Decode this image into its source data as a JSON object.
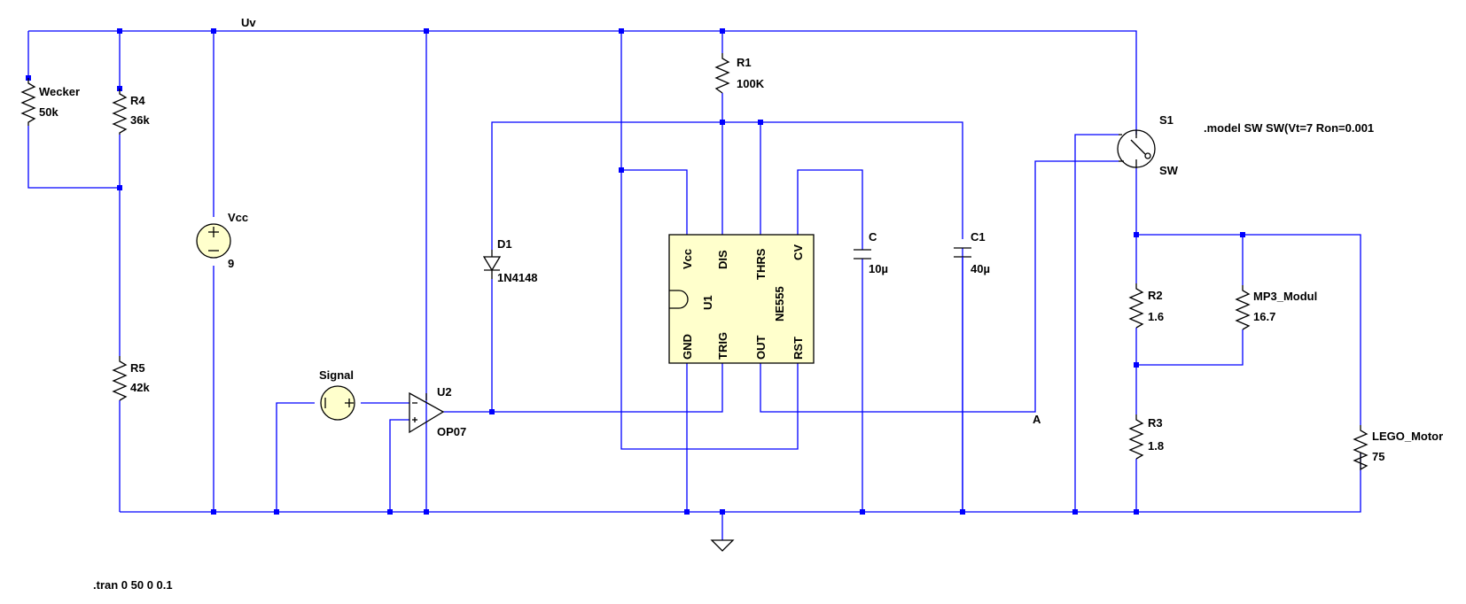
{
  "net_labels": {
    "uv": "Uv",
    "a": "A"
  },
  "components": {
    "wecker": {
      "name": "Wecker",
      "value": "50k"
    },
    "r4": {
      "name": "R4",
      "value": "36k"
    },
    "r5": {
      "name": "R5",
      "value": "42k"
    },
    "vcc": {
      "name": "Vcc",
      "value": "9"
    },
    "signal": {
      "name": "Signal"
    },
    "u2": {
      "name": "U2",
      "value": "OP07"
    },
    "d1": {
      "name": "D1",
      "value": "1N4148"
    },
    "r1": {
      "name": "R1",
      "value": "100K"
    },
    "u1": {
      "name": "U1",
      "value": "NE555",
      "pins": {
        "vcc": "Vcc",
        "dis": "DIS",
        "thrs": "THRS",
        "cv": "CV",
        "gnd": "GND",
        "trig": "TRIG",
        "out": "OUT",
        "rst": "RST"
      }
    },
    "c": {
      "name": "C",
      "value": "10µ"
    },
    "c1": {
      "name": "C1",
      "value": "40µ"
    },
    "s1": {
      "name": "S1",
      "value": "SW"
    },
    "r2": {
      "name": "R2",
      "value": "1.6"
    },
    "r3": {
      "name": "R3",
      "value": "1.8"
    },
    "mp3": {
      "name": "MP3_Modul",
      "value": "16.7"
    },
    "motor": {
      "name": "LEGO_Motor",
      "value": "75"
    }
  },
  "directives": {
    "model": ".model SW SW(Vt=7 Ron=0.001",
    "tran": ".tran 0 50 0 0.1"
  },
  "colors": {
    "wire": "#0000ff",
    "ic_fill": "#ffffcc",
    "symbol": "#000000"
  }
}
